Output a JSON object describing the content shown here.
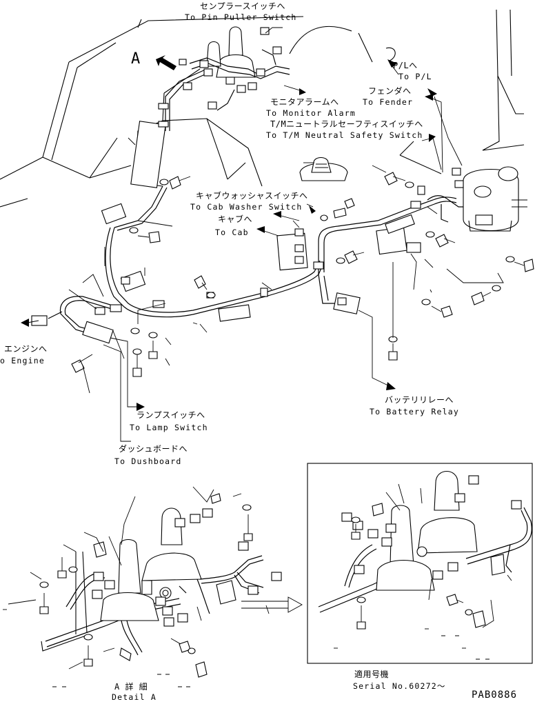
{
  "labels": {
    "pin_puller_jp": "センプラースイッチへ",
    "pin_puller_en": "To Pin Puller Switch",
    "pl_jp": "P/Lへ",
    "pl_en": "To P/L",
    "fender_jp": "フェンダへ",
    "fender_en": "To Fender",
    "monitor_jp": "モニタアラームへ",
    "monitor_en": "To Monitor Alarm",
    "neutral_jp": "T/Mニュートラルセーフティスイッチへ",
    "neutral_en": "To T/M Neutral Safety Switch",
    "washer_jp": "キャブウォッシャスイッチへ",
    "washer_en": "To Cab Washer Switch",
    "cab_jp": "キャブへ",
    "cab_en": "To Cab",
    "engine_jp": "エンジンへ",
    "engine_en": "o Engine",
    "lamp_jp": "ランプスイッチへ",
    "lamp_en": "To Lamp Switch",
    "dash_jp": "ダッシュボードへ",
    "dash_en": "To Dushboard",
    "battery_jp": "バッテリリレーへ",
    "battery_en": "To Battery Relay",
    "view_mark": "A",
    "detail_jp": "A 詳 細",
    "detail_en": "Detail A",
    "serial_jp": "適用号機",
    "serial_en": "Serial No.60272～",
    "drawing_code": "PAB0886"
  }
}
